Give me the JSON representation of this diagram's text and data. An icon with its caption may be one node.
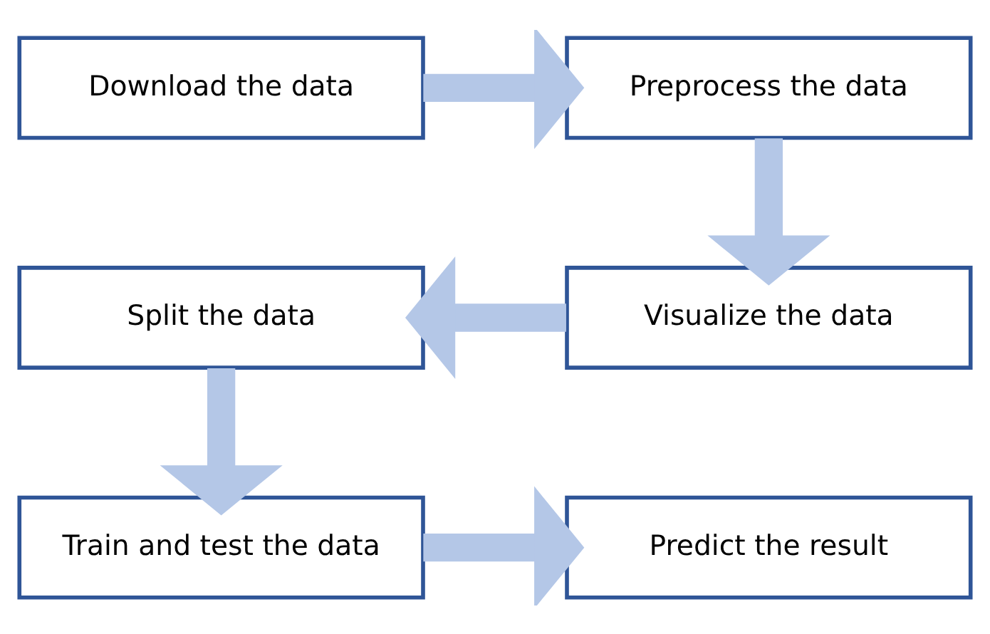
{
  "diagram": {
    "nodes": [
      {
        "text": [
          "Download the data"
        ]
      },
      {
        "text": [
          "Preprocess the data"
        ]
      },
      {
        "text": [
          "Visualize the data"
        ]
      },
      {
        "text": [
          "Split the data"
        ]
      },
      {
        "text": [
          "Train and test the data"
        ]
      },
      {
        "text": [
          "Predict the result"
        ]
      }
    ],
    "edges": [
      {
        "from": 0,
        "to": 1,
        "arrow": "to"
      },
      {
        "from": 1,
        "to": 2,
        "arrow": "to"
      },
      {
        "from": 2,
        "to": 3,
        "arrow": "to"
      },
      {
        "from": 3,
        "to": 4,
        "arrow": "to"
      },
      {
        "from": 4,
        "to": 5,
        "arrow": "to"
      }
    ]
  }
}
